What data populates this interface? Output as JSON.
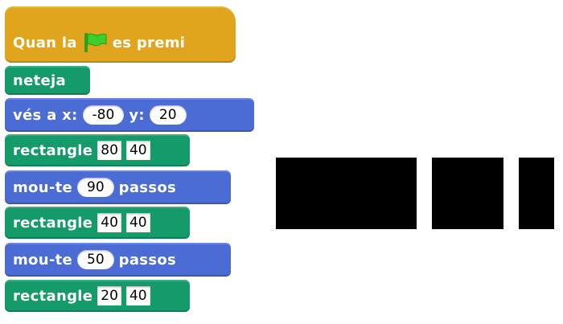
{
  "script": {
    "hat": {
      "label_before": "Quan la",
      "icon": "green-flag-icon",
      "label_after": "es premi"
    },
    "clear": {
      "label": "neteja"
    },
    "goto": {
      "label": "vés a x:",
      "x": "-80",
      "y_label": "y:",
      "y": "20"
    },
    "rect1": {
      "label": "rectangle",
      "w": "80",
      "h": "40"
    },
    "move1": {
      "label": "mou-te",
      "steps": "90",
      "unit": "passos"
    },
    "rect2": {
      "label": "rectangle",
      "w": "40",
      "h": "40"
    },
    "move2": {
      "label": "mou-te",
      "steps": "50",
      "unit": "passos"
    },
    "rect3": {
      "label": "rectangle",
      "w": "20",
      "h": "40"
    }
  },
  "colors": {
    "control": "#e0a51c",
    "pen": "#159b6a",
    "motion": "#4a6cd4",
    "flag": "#3ccf2a",
    "shape": "#000000"
  },
  "stage": {
    "rectangles": [
      {
        "w": 80,
        "h": 40
      },
      {
        "w": 40,
        "h": 40
      },
      {
        "w": 20,
        "h": 40
      }
    ]
  }
}
